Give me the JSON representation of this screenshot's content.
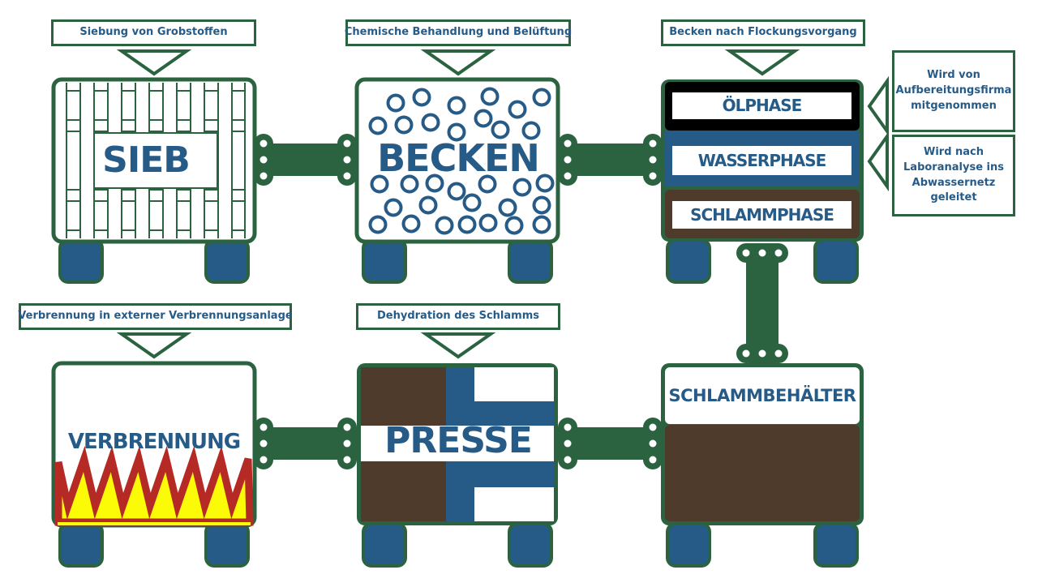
{
  "colors": {
    "frame": "#2b6340",
    "text_blue": "#275b87",
    "wheel": "#275b87",
    "sludge": "#4e3b2c",
    "oil": "#000000",
    "water": "#275b87",
    "flame_red": "#b52a24",
    "flame_yellow": "#fbfb08"
  },
  "stations": [
    {
      "id": "sieb",
      "title": "SIEB",
      "caption": "Siebung von Grobstoffen"
    },
    {
      "id": "becken",
      "title": "BECKEN",
      "caption": "Chemische Behandlung und Belüftung"
    },
    {
      "id": "flockung",
      "caption": "Becken nach Flockungsvorgang",
      "phases": [
        {
          "label": "ÖLPHASE",
          "note": "Wird von Aufbereitungsfirma mitgenommen"
        },
        {
          "label": "WASSERPHASE",
          "note": "Wird nach Laboranalyse ins Abwassernetz geleitet"
        },
        {
          "label": "SCHLAMMPHASE"
        }
      ]
    },
    {
      "id": "verbrennung",
      "title": "VERBRENNUNG",
      "caption": "Verbrennung in externer Verbrennungsanlage"
    },
    {
      "id": "presse",
      "title": "PRESSE",
      "caption": "Dehydration des Schlamms"
    },
    {
      "id": "schlammbehaelter",
      "title": "SCHLAMMBEHÄLTER"
    }
  ]
}
